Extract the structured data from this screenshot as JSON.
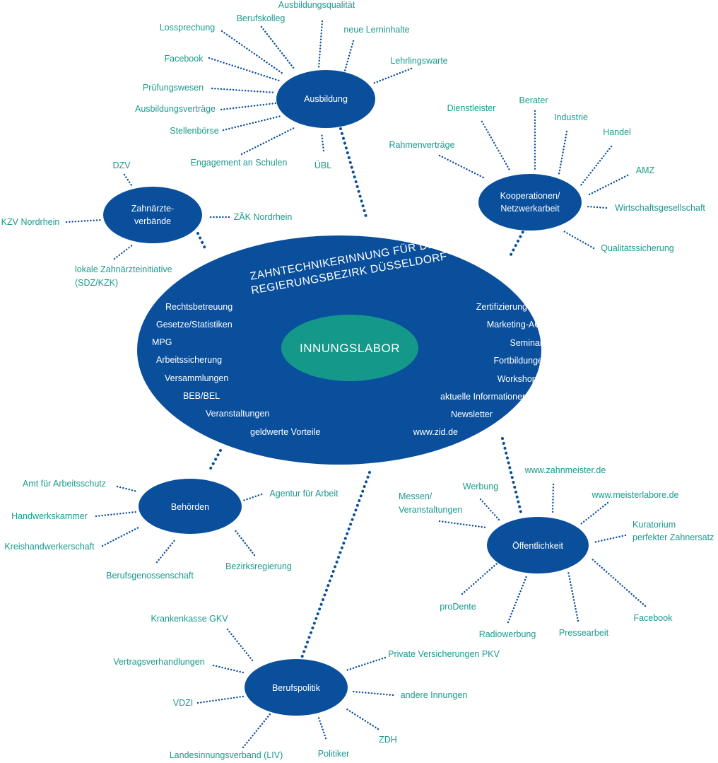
{
  "colors": {
    "node": "#0a4f9c",
    "center": "#14988a",
    "label": "#1a9a8c",
    "text": "#ffffff"
  },
  "main": {
    "title_line1": "ZAHNTECHNIKERINNUNG FÜR DEN",
    "title_line2": "REGIERUNGSBEZIRK DÜSSELDORF",
    "center": "INNUNGSLABOR",
    "left_items": [
      "Rechtsbetreuung",
      "Gesetze/Statistiken",
      "MPG",
      "Arbeitssicherung",
      "Versammlungen",
      "BEB/BEL",
      "Veranstaltungen",
      "geldwerte Vorteile"
    ],
    "right_items": [
      "Zertifizierung",
      "Marketing-AG",
      "Seminare",
      "Fortbildungen",
      "Workshops",
      "aktuelle Informationen",
      "Newsletter",
      "www.zid.de"
    ]
  },
  "nodes": {
    "ausbildung": {
      "name": "Ausbildung",
      "labels": [
        "Ausbildungsqualität",
        "Berufskolleg",
        "Lossprechung",
        "neue Lerninhalte",
        "Lehrlingswarte",
        "Facebook",
        "Prüfungswesen",
        "Ausbildungsverträge",
        "Stellenbörse",
        "Engagement an Schulen",
        "ÜBL"
      ]
    },
    "kooperationen": {
      "name_line1": "Kooperationen/",
      "name_line2": "Netzwerkarbeit",
      "labels": [
        "Dienstleister",
        "Berater",
        "Industrie",
        "Handel",
        "Rahmenverträge",
        "AMZ",
        "Wirtschaftsgesellschaft",
        "Qualitätssicherung"
      ]
    },
    "zahnaerzte": {
      "name_line1": "Zahnärzte-",
      "name_line2": "verbände",
      "labels": [
        "DZV",
        "KZV Nordrhein",
        "ZÄK Nordrhein",
        "lokale Zahnärzteinitiative",
        "(SDZ/KZK)"
      ]
    },
    "behoerden": {
      "name": "Behörden",
      "labels": [
        "Amt für Arbeitsschutz",
        "Agentur für Arbeit",
        "Handwerkskammer",
        "Kreishandwerkerschaft",
        "Berufsgenossenschaft",
        "Bezirksregierung"
      ]
    },
    "oeffentlichkeit": {
      "name": "Öffentlichkeit",
      "labels": [
        "www.zahnmeister.de",
        "Messen/",
        "Veranstaltungen",
        "Werbung",
        "www.meisterlabore.de",
        "Kuratorium",
        "perfekter Zahnersatz",
        "proDente",
        "Radiowerbung",
        "Pressearbeit",
        "Facebook"
      ]
    },
    "berufspolitik": {
      "name": "Berufspolitik",
      "labels": [
        "Krankenkasse GKV",
        "Private Versicherungen PKV",
        "Vertragsverhandlungen",
        "VDZI",
        "andere Innungen",
        "Landesinnungsverband (LIV)",
        "Politiker",
        "ZDH"
      ]
    }
  }
}
